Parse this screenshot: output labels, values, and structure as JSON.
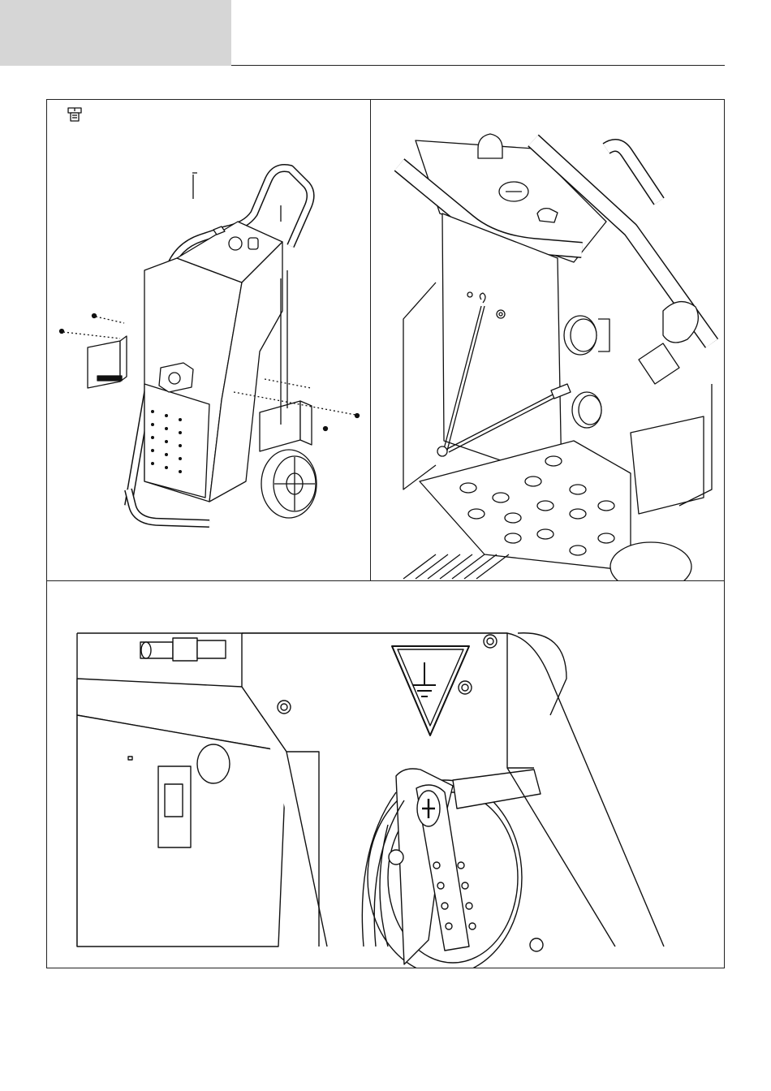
{
  "header": {
    "tab_color": "#d6d6d6",
    "rule_color": "#222222"
  },
  "figures": [
    {
      "name": "trolley-assembly",
      "icon": "screw-icon"
    },
    {
      "name": "front-plate-detail"
    },
    {
      "name": "earth-connection-detail",
      "symbol": "ground-symbol-icon"
    }
  ]
}
